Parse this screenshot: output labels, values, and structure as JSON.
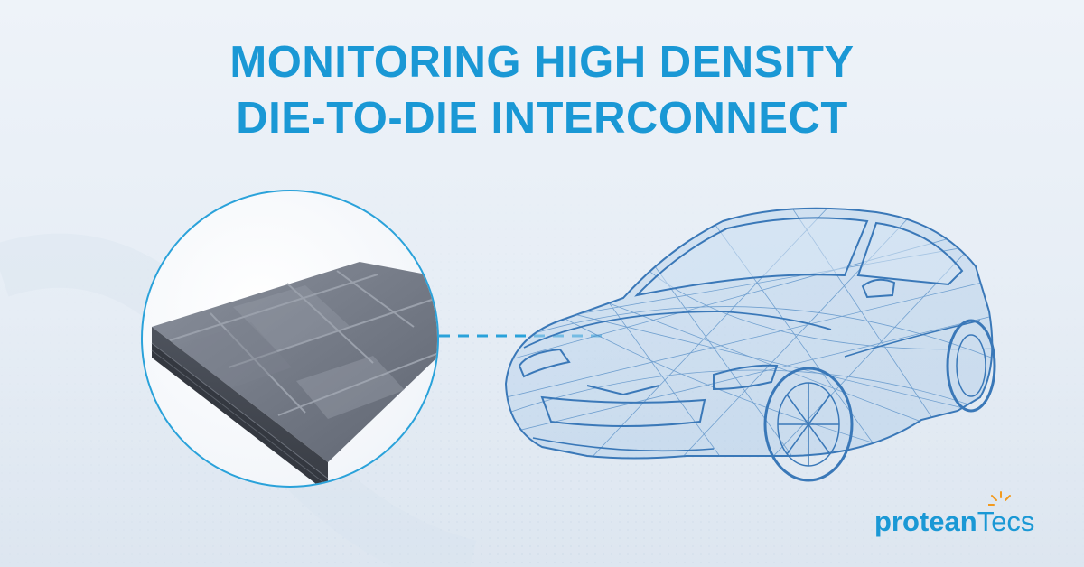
{
  "headline": {
    "line1": "MONITORING HIGH DENSITY",
    "line2": "DIE-TO-DIE INTERCONNECT"
  },
  "logo": {
    "part1": "protean",
    "part2": "Tecs"
  },
  "colors": {
    "brand_blue": "#1a98d5",
    "circle_border": "#2aa2da",
    "chip_gray": "#6b7280",
    "car_wire": "#3a78b8",
    "spark_orange": "#f39a1e"
  },
  "illustration": {
    "left": "chip-icon",
    "right": "car-icon"
  }
}
